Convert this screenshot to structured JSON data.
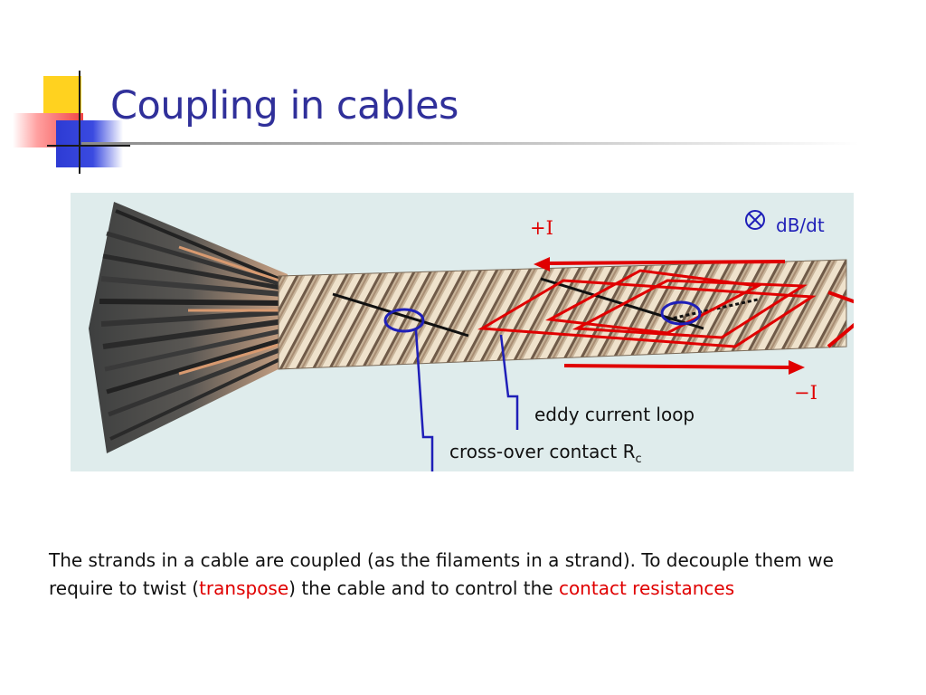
{
  "slide": {
    "title": "Coupling in cables"
  },
  "figure": {
    "labels": {
      "plus_current": "+I",
      "minus_current": "−I",
      "field": "dB/dt",
      "eddy": "eddy current loop",
      "crossover": "cross-over contact R",
      "crossover_sub": "c"
    }
  },
  "body": {
    "part1": "The strands in a cable are coupled (as the filaments in a strand). To decouple them we require to twist (",
    "highlight1": "transpose",
    "part2": ") the cable and to control the ",
    "highlight2": "contact resistances"
  },
  "colors": {
    "title": "#30309a",
    "annotation_red": "#e00000",
    "annotation_blue": "#1f1fb8"
  }
}
